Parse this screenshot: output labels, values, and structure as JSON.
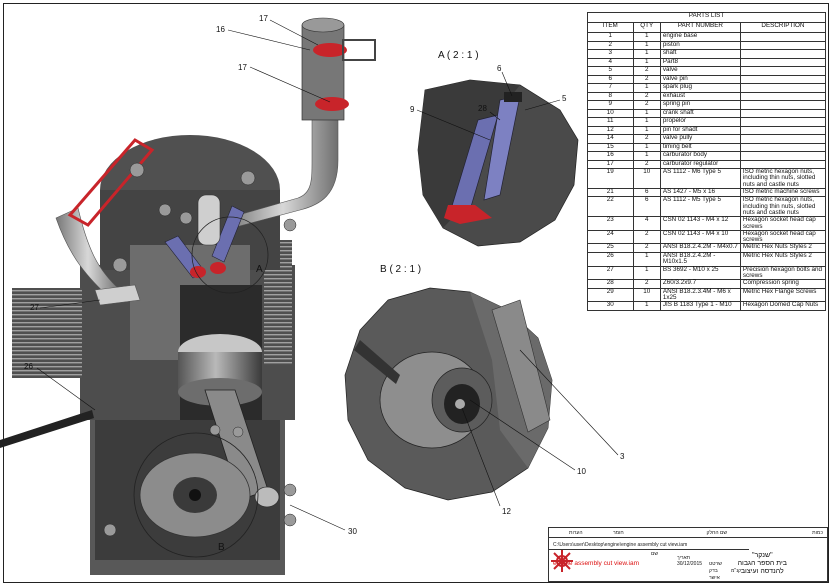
{
  "parts_list": {
    "title": "PARTS LIST",
    "headers": [
      "ITEM",
      "QTY",
      "PART NUMBER",
      "DESCRIPTION"
    ],
    "rows": [
      {
        "item": "1",
        "qty": "1",
        "part": "engine base",
        "desc": ""
      },
      {
        "item": "2",
        "qty": "1",
        "part": "piston",
        "desc": ""
      },
      {
        "item": "3",
        "qty": "1",
        "part": "shaft",
        "desc": ""
      },
      {
        "item": "4",
        "qty": "1",
        "part": "Part8",
        "desc": ""
      },
      {
        "item": "5",
        "qty": "2",
        "part": "valve",
        "desc": ""
      },
      {
        "item": "6",
        "qty": "2",
        "part": "valve pin",
        "desc": ""
      },
      {
        "item": "7",
        "qty": "1",
        "part": "spark plug",
        "desc": ""
      },
      {
        "item": "8",
        "qty": "2",
        "part": "exhaust",
        "desc": ""
      },
      {
        "item": "9",
        "qty": "2",
        "part": "spring pin",
        "desc": ""
      },
      {
        "item": "10",
        "qty": "1",
        "part": "crank shaft",
        "desc": ""
      },
      {
        "item": "11",
        "qty": "1",
        "part": "propelor",
        "desc": ""
      },
      {
        "item": "12",
        "qty": "1",
        "part": "pin for shadt",
        "desc": ""
      },
      {
        "item": "14",
        "qty": "2",
        "part": "valve pully",
        "desc": ""
      },
      {
        "item": "15",
        "qty": "1",
        "part": "timing belt",
        "desc": ""
      },
      {
        "item": "16",
        "qty": "1",
        "part": "carburator body",
        "desc": ""
      },
      {
        "item": "17",
        "qty": "2",
        "part": "carburator regulator",
        "desc": ""
      },
      {
        "item": "19",
        "qty": "10",
        "part": "AS 1112 - M6  Type 5",
        "desc": "ISO metric hexagon nuts, including thin nuts, slotted nuts and castle nuts"
      },
      {
        "item": "21",
        "qty": "6",
        "part": "AS 1427 - M5 x 16",
        "desc": "ISO metric machine screws"
      },
      {
        "item": "22",
        "qty": "6",
        "part": "AS 1112 - M5  Type 5",
        "desc": "ISO metric hexagon nuts, including thin nuts, slotted nuts and castle nuts"
      },
      {
        "item": "23",
        "qty": "4",
        "part": "CSN 02 1143 - M4 x 12",
        "desc": "Hexagon socket head cap screws"
      },
      {
        "item": "24",
        "qty": "2",
        "part": "CSN 02 1143 - M4 x 10",
        "desc": "Hexagon socket head cap screws"
      },
      {
        "item": "25",
        "qty": "2",
        "part": "ANSI B18.2.4.2M - M4x0.7",
        "desc": "Metric Hex Nuts Styles 2"
      },
      {
        "item": "26",
        "qty": "1",
        "part": "ANSI B18.2.4.2M - M10x1.5",
        "desc": "Metric Hex Nuts Styles 2"
      },
      {
        "item": "27",
        "qty": "1",
        "part": "BS 3692 - M10 x 25",
        "desc": "Precision hexagon bolts and screws"
      },
      {
        "item": "28",
        "qty": "2",
        "part": "Z60/3.2x9.7",
        "desc": "Compression spring"
      },
      {
        "item": "29",
        "qty": "10",
        "part": "ANSI B18.2.3.4M - M6 x 1x25",
        "desc": "Metric Hex Flange Screws"
      },
      {
        "item": "30",
        "qty": "1",
        "part": "JIS B 1183 Type 1 - M10",
        "desc": "Hexagon Domed Cap Nuts"
      }
    ]
  },
  "views": {
    "detail_a": "A ( 2 : 1 )",
    "detail_b": "B ( 2 : 1 )",
    "marker_a": "A",
    "marker_b": "B"
  },
  "balloons": {
    "b16": "16",
    "b17a": "17",
    "b17b": "17",
    "b27": "27",
    "b26": "26",
    "b30": "30",
    "b6": "6",
    "b5": "5",
    "b9": "9",
    "b28": "28",
    "b3": "3",
    "b10": "10",
    "b12": "12"
  },
  "title_block": {
    "file_path": "C:\\Users\\user\\Desktop\\engine\\engine assembly cut view.iam",
    "file_name": "engine assembly cut view.iam",
    "date": "30/12/2015",
    "org_line1": "\"שנקר\"",
    "org_line2": "בית הספר הגבוה",
    "org_line3": "להנדסה ועיצוב",
    "part_name_label": "שם החלק",
    "sheet_label": "כמות",
    "material_label": "חומר",
    "drawn_label": "שם",
    "date_label": "תאריך",
    "scale_label": "קנ\"מ",
    "notes_label": "הערות",
    "designed_label": "שרטט",
    "checked_label": "בדק",
    "approved_label": "אישר"
  },
  "colors": {
    "metal_dark": "#4a4a4a",
    "metal_mid": "#7a7a7a",
    "metal_light": "#bdbdbd",
    "section_red": "#c8242a",
    "spring_blue": "#6b6fb0"
  }
}
